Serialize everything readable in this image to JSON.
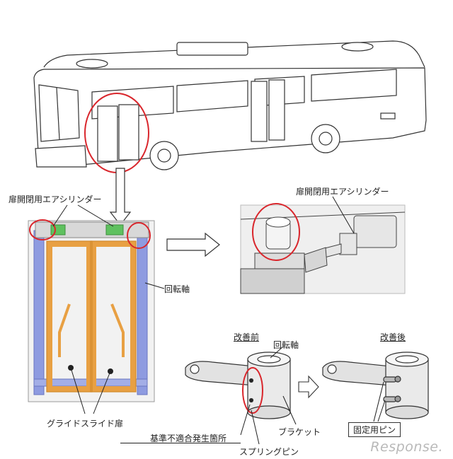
{
  "labels": {
    "cylinder_left": "扉開閉用エアシリンダー",
    "cylinder_right": "扉開閉用エアシリンダー",
    "axis_left": "回転軸",
    "glide_door": "グライドスライド扉",
    "before": "改善前",
    "after": "改善後",
    "axis_before": "回転軸",
    "bracket": "ブラケット",
    "nonconformity": "基準不適合発生箇所",
    "spring_pin": "スプリングピン",
    "fixing_pin": "固定用ピン"
  },
  "watermark": "Response.",
  "colors": {
    "highlight_circle": "#d9262c",
    "door_frame": "#e8a043",
    "door_rail": "#7f8fd6",
    "cylinder_green": "#5fc15f"
  }
}
